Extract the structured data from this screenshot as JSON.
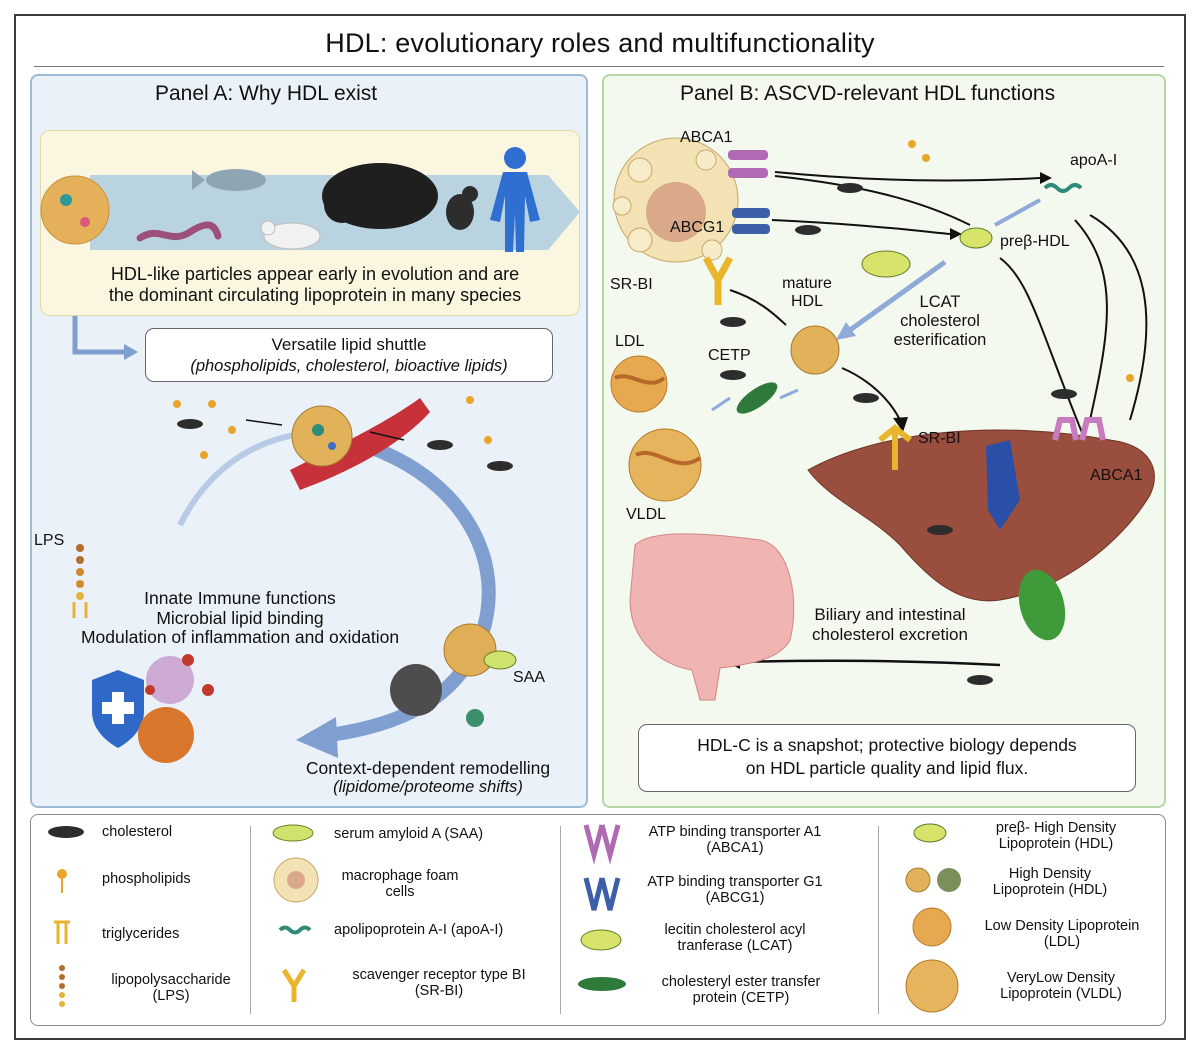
{
  "title": "HDL: evolutionary roles and multifunctionality",
  "panelA": {
    "title": "Panel A: Why HDL exist",
    "evolution_text_1": "HDL-like particles appear early in evolution and are",
    "evolution_text_2": "the dominant circulating lipoprotein in many species",
    "shuttle_title": "Versatile lipid shuttle",
    "shuttle_sub": "(phospholipids, cholesterol, bioactive lipids)",
    "lps_label": "LPS",
    "immune_1": "Innate Immune functions",
    "immune_2": "Microbial lipid binding",
    "immune_3": "Modulation of inflammation and oxidation",
    "saa_label": "SAA",
    "remodel_1": "Context-dependent remodelling",
    "remodel_2": "(lipidome/proteome shifts)"
  },
  "panelB": {
    "title": "Panel B: ASCVD-relevant HDL functions",
    "abca1_top": "ABCA1",
    "abcg1": "ABCG1",
    "srbi_left": "SR-BI",
    "apoai": "apoA-I",
    "prebeta": "preβ-HDL",
    "mature_1": "mature",
    "mature_2": "HDL",
    "lcat_1": "LCAT",
    "lcat_2": "cholesterol",
    "lcat_3": "esterification",
    "ldl": "LDL",
    "cetp": "CETP",
    "vldl": "VLDL",
    "srbi_liver": "SR-BI",
    "abca1_liver": "ABCA1",
    "excretion_1": "Biliary and intestinal",
    "excretion_2": "cholesterol excretion",
    "note_1": "HDL-C is a snapshot; protective biology depends",
    "note_2": "on HDL particle quality and lipid flux."
  },
  "legend": {
    "cholesterol": "cholesterol",
    "phospholipids": "phospholipids",
    "triglycerides": "triglycerides",
    "lps_1": "lipopolysaccharide",
    "lps_2": "(LPS)",
    "saa": "serum amyloid A (SAA)",
    "foam_1": "macrophage foam",
    "foam_2": "cells",
    "apoai": "apolipoprotein A-I (apoA-I)",
    "srbi_1": "scavenger receptor type BI",
    "srbi_2": "(SR-BI)",
    "abca1_1": "ATP binding transporter A1",
    "abca1_2": "(ABCA1)",
    "abcg1_1": "ATP binding transporter G1",
    "abcg1_2": "(ABCG1)",
    "lcat_1": "lecitin cholesterol acyl",
    "lcat_2": "tranferase (LCAT)",
    "cetp_1": "cholesteryl ester transfer",
    "cetp_2": "protein (CETP)",
    "prebeta_1": "preβ- High Density",
    "prebeta_2": "Lipoprotein (HDL)",
    "hdl_1": "High Density",
    "hdl_2": "Lipoprotein (HDL)",
    "ldl_1": "Low Density Lipoprotein",
    "ldl_2": "(LDL)",
    "vldl_1": "VeryLow Density",
    "vldl_2": "Lipoprotein (VLDL)"
  },
  "colors": {
    "panelA_bg": "#eaf1f8",
    "panelB_bg": "#f4f9ef",
    "arrow_blue": "#7f9fd0",
    "particle_gold": "#e8b560",
    "abca1_purple": "#b06ab3",
    "abcg1_blue": "#3c5fa8",
    "srbi_yellow": "#e9b52c",
    "liver_brown": "#9a4e3d",
    "gallbladder_green": "#3f9a3a"
  }
}
